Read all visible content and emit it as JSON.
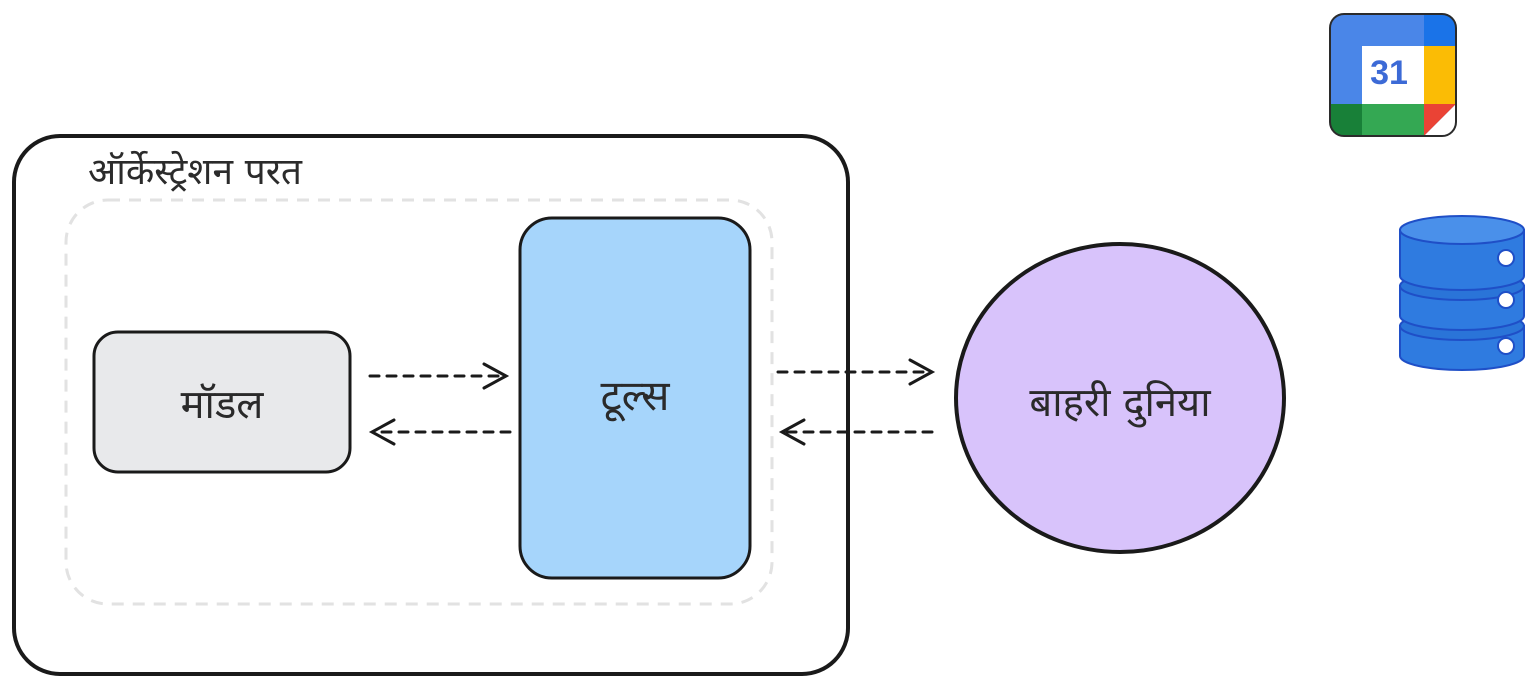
{
  "diagram": {
    "orchestration_layer": {
      "label": "ऑर्केस्ट्रेशन परत"
    },
    "nodes": {
      "model": {
        "label": "मॉडल",
        "fill": "#e8e9eb"
      },
      "tools": {
        "label": "टूल्स",
        "fill": "#a6d5fb"
      },
      "external_world": {
        "label": "बाहरी दुनिया",
        "fill": "#d8c3fb"
      }
    },
    "arrows": [
      {
        "from": "model",
        "to": "tools",
        "style": "dashed"
      },
      {
        "from": "tools",
        "to": "model",
        "style": "dashed"
      },
      {
        "from": "tools",
        "to": "external_world",
        "style": "dashed"
      },
      {
        "from": "external_world",
        "to": "tools",
        "style": "dashed"
      }
    ]
  },
  "icons": {
    "calendar": {
      "icon": "google-calendar-icon",
      "number": "31"
    },
    "database": {
      "icon": "database-icon",
      "color": "#2f7be0"
    }
  },
  "colors": {
    "outline": "#1a1a1a",
    "dashed_group": "#e2e2e2",
    "calendar_blue": "#4a86e8",
    "calendar_green": "#34a853",
    "calendar_yellow": "#fbbc05",
    "calendar_red": "#ea4335"
  }
}
